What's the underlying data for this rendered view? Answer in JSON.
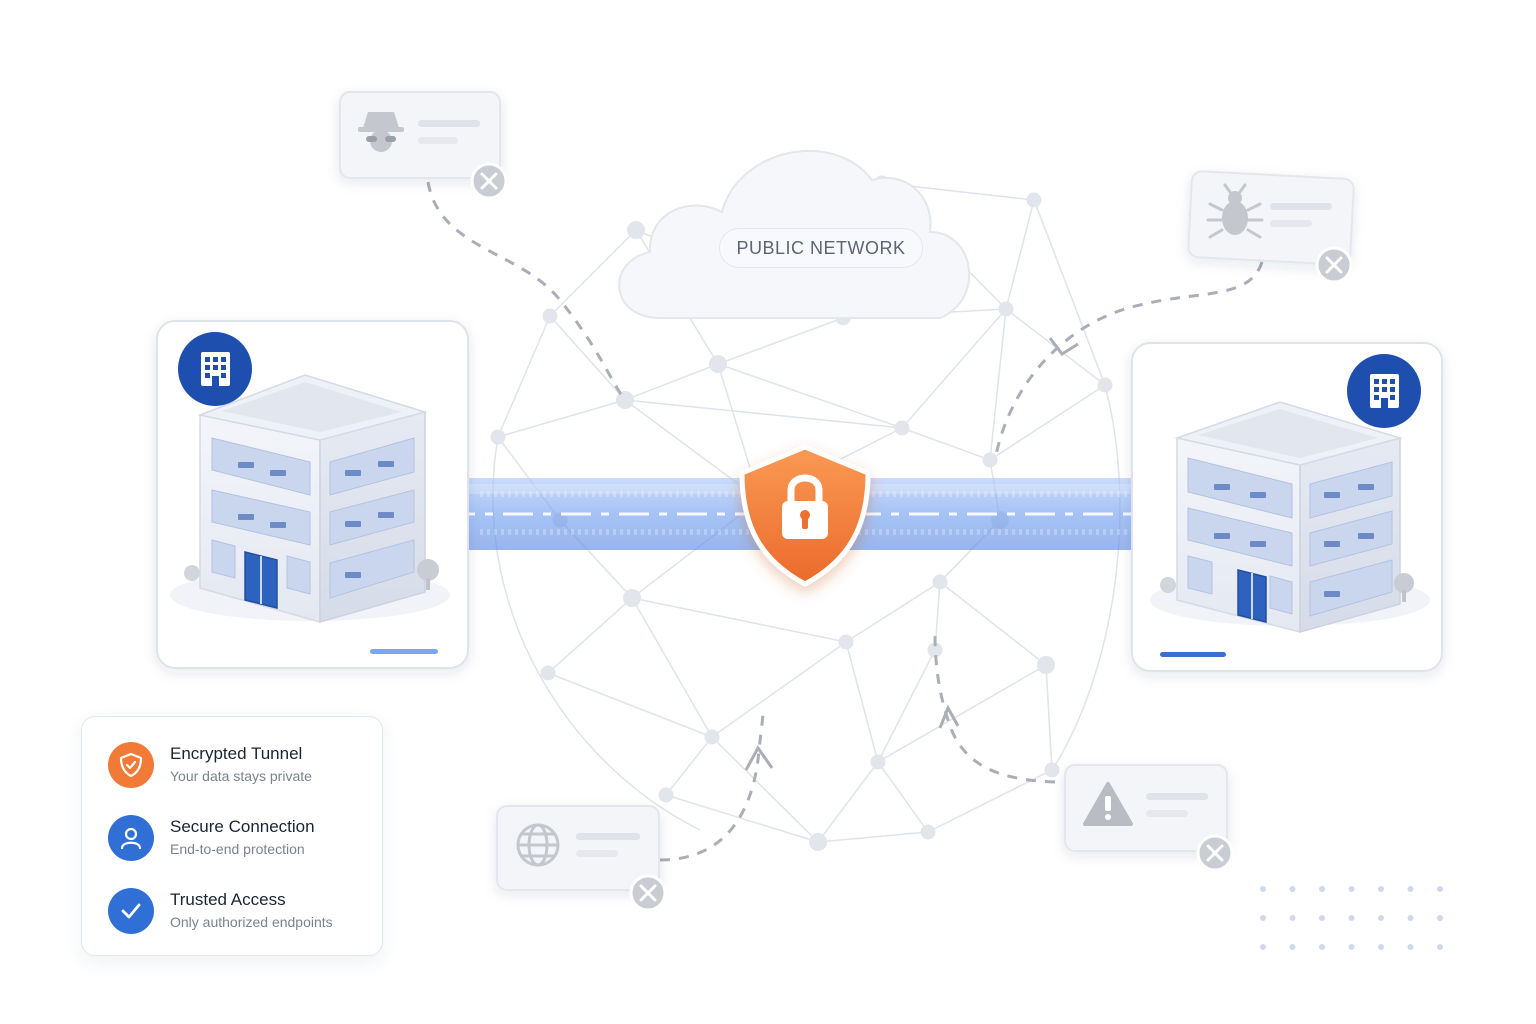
{
  "network": {
    "label": "PUBLIC NETWORK"
  },
  "legend": {
    "items": [
      {
        "title": "Encrypted Tunnel",
        "subtitle": "Your data stays private",
        "icon": "shield-icon",
        "color": "#f07a36"
      },
      {
        "title": "Secure Connection",
        "subtitle": "End-to-end protection",
        "icon": "user-icon",
        "color": "#2f6fd6"
      },
      {
        "title": "Trusted Access",
        "subtitle": "Only authorized endpoints",
        "icon": "check-icon",
        "color": "#2f6fd6"
      }
    ]
  },
  "endpoints": {
    "left": {
      "icon": "building-icon"
    },
    "right": {
      "icon": "building-icon"
    }
  },
  "threats": [
    {
      "icon": "spy-icon",
      "status": "blocked"
    },
    {
      "icon": "bug-icon",
      "status": "blocked"
    },
    {
      "icon": "globe-icon",
      "status": "blocked"
    },
    {
      "icon": "warning-icon",
      "status": "blocked"
    }
  ],
  "colors": {
    "accent_blue": "#1f4fae",
    "tunnel_blue": "#6f9ef0",
    "shield_orange": "#f07a36",
    "threat_gray": "#c4c7cd"
  }
}
